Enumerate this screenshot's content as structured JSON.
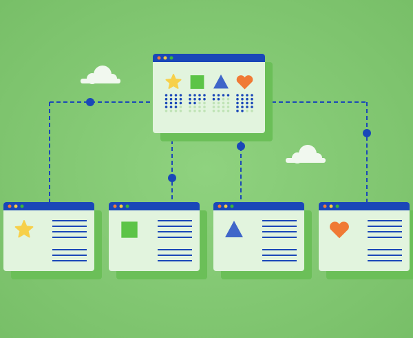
{
  "colors": {
    "background_center": "#8fd27f",
    "background_edge": "#78bf68",
    "window_body": "#e2f4de",
    "window_titlebar": "#1a47b8",
    "window_shadow": "#6bbf58",
    "connector": "#1a47b8",
    "dot_filled": "#1a47b8",
    "dot_empty": "#bfe3b5",
    "cloud": "#f1f8ef",
    "traffic_lights": [
      "#f07a3a",
      "#f5c842",
      "#3cb53a"
    ]
  },
  "main_window": {
    "icons": [
      "star-icon",
      "square-icon",
      "triangle-icon",
      "heart-icon"
    ],
    "dot_grid": {
      "columns": 4,
      "rows": 5,
      "filled_counts": [
        15,
        10,
        6,
        18
      ]
    }
  },
  "child_windows": [
    {
      "icon": "star-icon",
      "text_lines": 7
    },
    {
      "icon": "square-icon",
      "text_lines": 7
    },
    {
      "icon": "triangle-icon",
      "text_lines": 7
    },
    {
      "icon": "heart-icon",
      "text_lines": 7
    }
  ],
  "icon_colors": {
    "star-icon": "#f7d04a",
    "square-icon": "#5cc447",
    "triangle-icon": "#3f66c9",
    "heart-icon": "#f07a35"
  }
}
